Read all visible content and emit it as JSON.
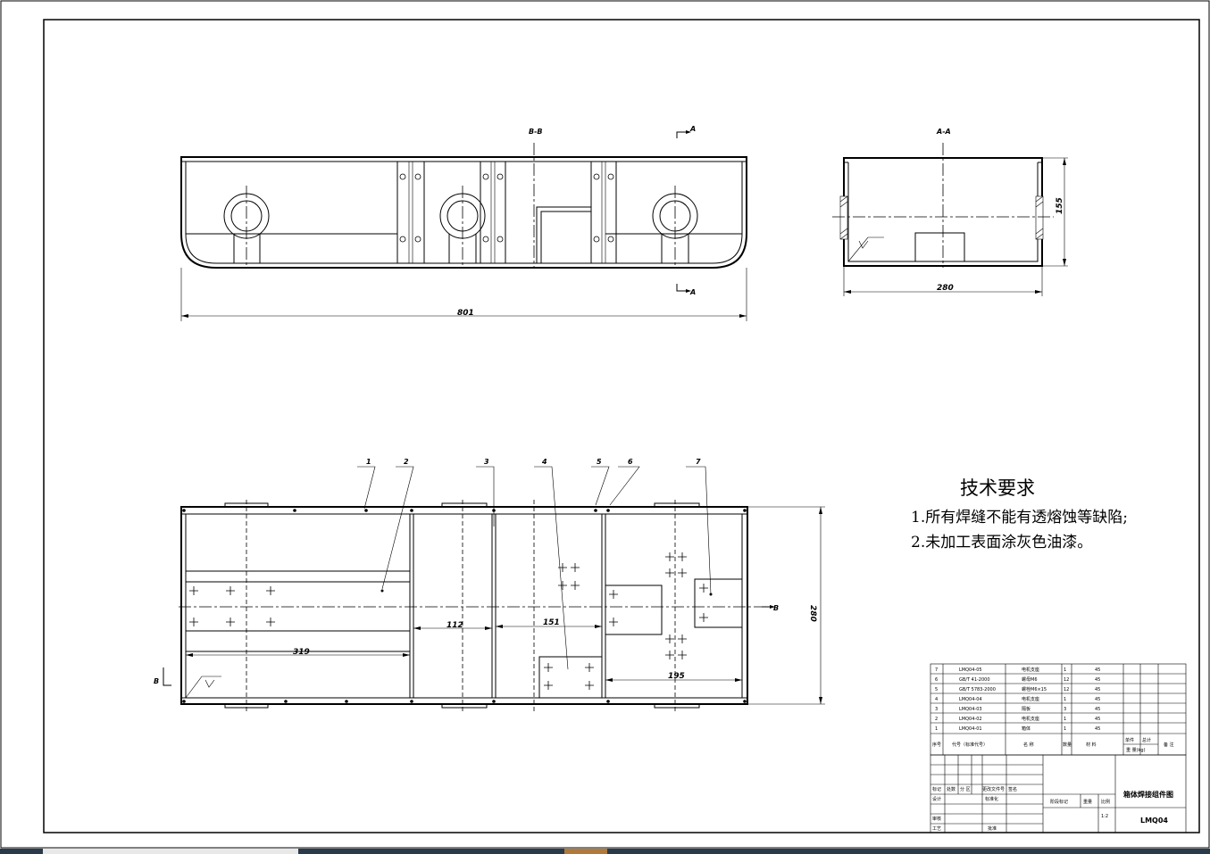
{
  "views": {
    "front_section_label": "B-B",
    "side_section_label": "A-A",
    "cut_marker_a": "A",
    "cut_marker_b": "B"
  },
  "dimensions": {
    "overall_length": "801",
    "side_height": "155",
    "side_width": "280",
    "plan_width": "280",
    "d319": "319",
    "d112": "112",
    "d151": "151",
    "d195": "195"
  },
  "balloons": [
    "1",
    "2",
    "3",
    "4",
    "5",
    "6",
    "7"
  ],
  "tech_requirements": {
    "title": "技术要求",
    "items": [
      "1.所有焊缝不能有透熔蚀等缺陷;",
      "2.未加工表面涂灰色油漆。"
    ]
  },
  "bom": {
    "rows": [
      {
        "no": "7",
        "code": "LMQ04-05",
        "name": "电机支座",
        "qty": "1",
        "material": "45"
      },
      {
        "no": "6",
        "code": "GB/T 41-2000",
        "name": "螺母M6",
        "qty": "12",
        "material": "45"
      },
      {
        "no": "5",
        "code": "GB/T 5783-2000",
        "name": "螺栓M6×15",
        "qty": "12",
        "material": "45"
      },
      {
        "no": "4",
        "code": "LMQ04-04",
        "name": "电机支座",
        "qty": "1",
        "material": "45"
      },
      {
        "no": "3",
        "code": "LMQ04-03",
        "name": "隔板",
        "qty": "3",
        "material": "45"
      },
      {
        "no": "2",
        "code": "LMQ04-02",
        "name": "电机支座",
        "qty": "1",
        "material": "45"
      },
      {
        "no": "1",
        "code": "LMQ04-01",
        "name": "箱体",
        "qty": "1",
        "material": "45"
      }
    ],
    "header": {
      "no": "序号",
      "code": "代号（标准代号）",
      "name": "名 称",
      "qty": "数量",
      "material": "材 料",
      "unit": "单件",
      "total": "总计",
      "weight": "重 量(kg)",
      "remark": "备 注"
    }
  },
  "title_block": {
    "drawing_title": "箱体焊接组件图",
    "drawing_number": "LMQ04",
    "scale": "1:2",
    "row_labels": [
      "标记",
      "处数",
      "分 区",
      "更改文件号",
      "签名"
    ],
    "design": "设计",
    "standardize": "标准化",
    "review": "审核",
    "process": "工艺",
    "approve": "批准",
    "stage_mark": "阶段标记",
    "weight": "重量",
    "ratio": "比例"
  }
}
